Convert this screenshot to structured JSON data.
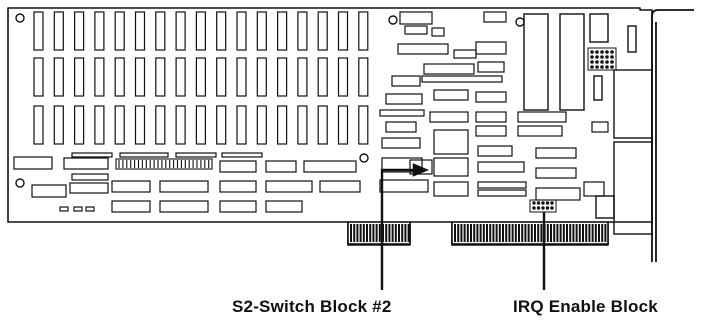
{
  "callouts": {
    "s2_switch": "S2-Switch Block #2",
    "irq_enable": "IRQ Enable Block"
  },
  "components": {
    "memory_chip_grid": {
      "columns": 17,
      "rows": 3
    },
    "edge_connectors": 2
  },
  "colors": {
    "ink": "#111111",
    "paper": "#ffffff"
  }
}
